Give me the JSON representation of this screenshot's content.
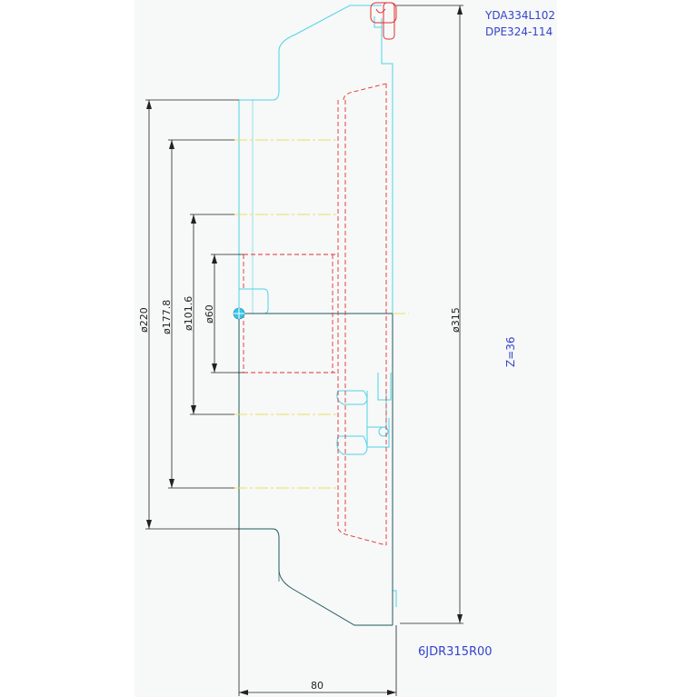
{
  "part_codes": {
    "code_1": "YDA334L102",
    "code_2": "DPE324-114"
  },
  "drawing_id": "6JDR315R00",
  "tooth_count": "Z=36",
  "dimensions": {
    "outer_diameter": "ø315",
    "d220": "ø220",
    "d177_8": "ø177.8",
    "d101_6": "ø101.6",
    "d60": "ø60",
    "width": "80"
  },
  "colors": {
    "outline": "#4dd4e6",
    "hidden": "#e03030",
    "centerline": "#e8e060",
    "dimension": "#222222",
    "text_blue": "#3344cc"
  }
}
